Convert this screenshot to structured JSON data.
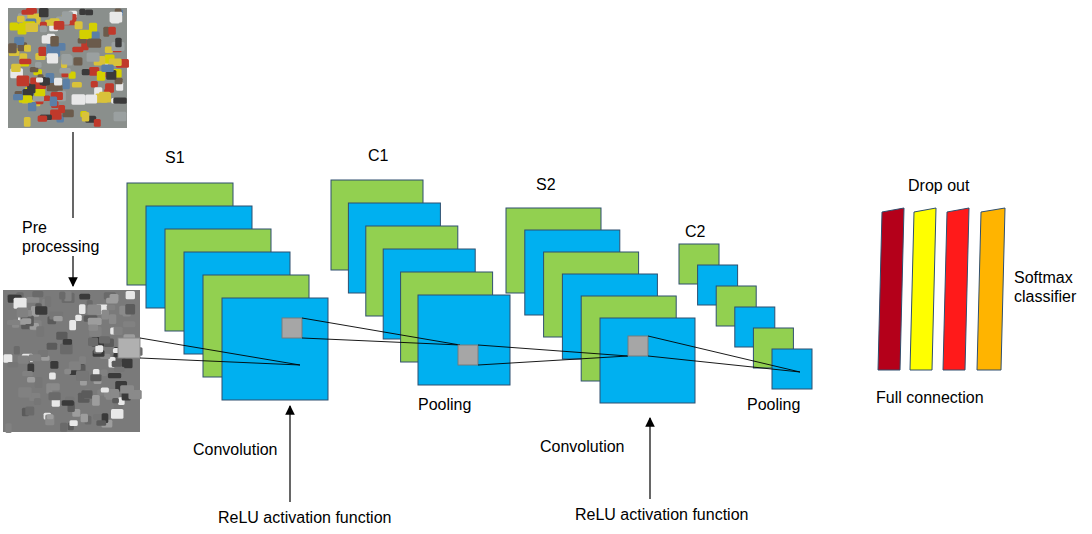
{
  "diagram": {
    "nodes": [
      {
        "text": [
          "S1"
        ]
      },
      {
        "text": [
          "C1"
        ]
      },
      {
        "text": [
          "S2"
        ]
      },
      {
        "text": [
          "C2"
        ]
      },
      {
        "text": [
          "Drop out",
          "Full connection"
        ]
      }
    ],
    "labels": [
      "Pre processing",
      "Convolution",
      "Pooling",
      "Convolution",
      "Pooling",
      "ReLU activation function",
      "ReLU activation function",
      "Softmax classifier"
    ]
  }
}
